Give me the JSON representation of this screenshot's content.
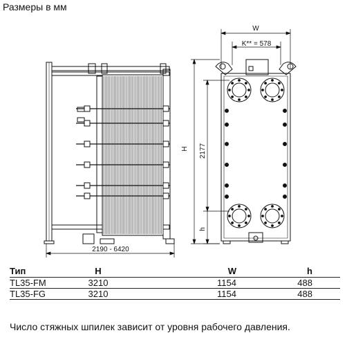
{
  "title": "Размеры в мм",
  "dimensions": {
    "w_label": "W",
    "k_label": "K** = 578",
    "h_label": "H",
    "h2177_label": "2177",
    "small_h_label": "h",
    "length_label": "2190 - 6420"
  },
  "table": {
    "headers": [
      "Тип",
      "H",
      "W",
      "h"
    ],
    "rows": [
      [
        "TL35-FM",
        "3210",
        "1154",
        "488"
      ],
      [
        "TL35-FG",
        "3210",
        "1154",
        "488"
      ]
    ]
  },
  "note": "Число стяжных шпилек зависит от уровня рабочего давления."
}
